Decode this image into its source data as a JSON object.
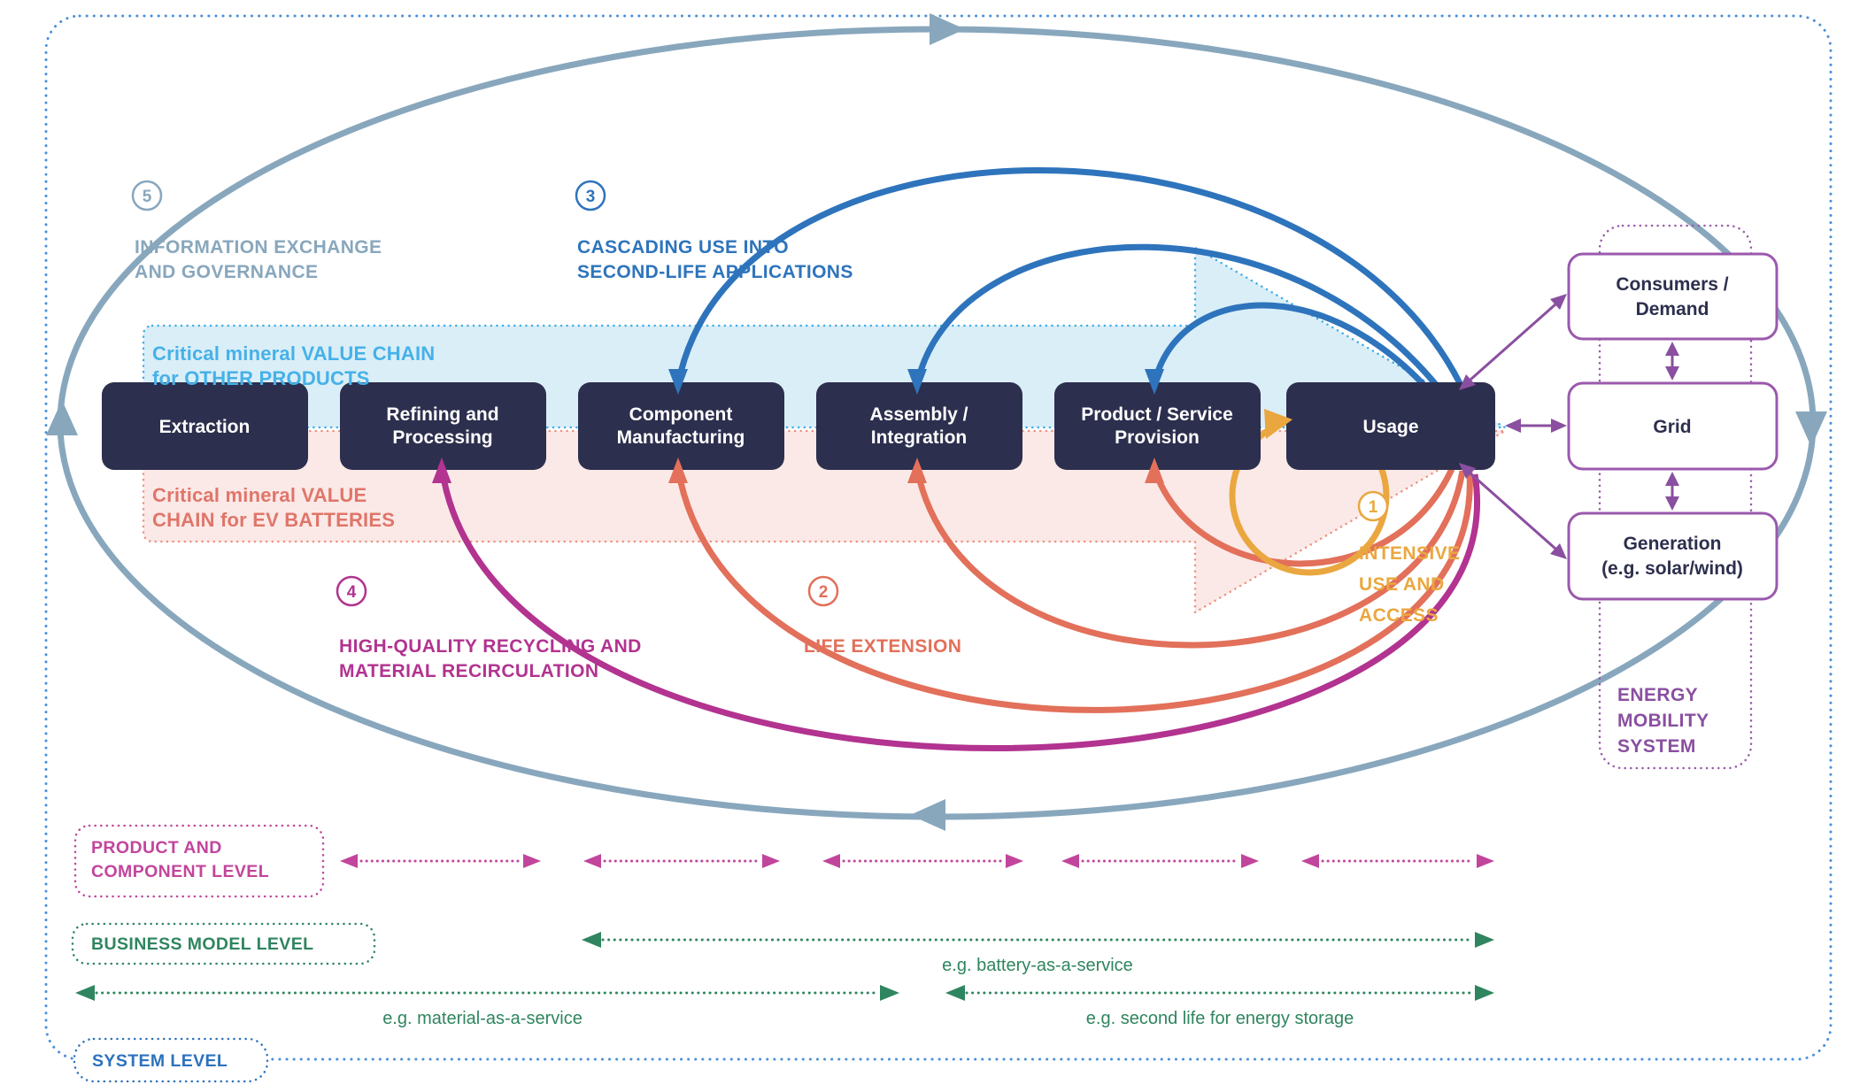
{
  "diagram_title": "EV battery critical mineral circular value chain",
  "loops": {
    "n5": {
      "number": "5",
      "line1": "INFORMATION EXCHANGE",
      "line2": "AND GOVERNANCE",
      "color": "#88a7bd"
    },
    "n3": {
      "number": "3",
      "line1": "CASCADING USE INTO",
      "line2": "SECOND-LIFE APPLICATIONS",
      "color": "#2e74bc"
    },
    "n4": {
      "number": "4",
      "line1": "HIGH-QUALITY RECYCLING AND",
      "line2": "MATERIAL RECIRCULATION",
      "color": "#b23390"
    },
    "n2": {
      "number": "2",
      "line1": "LIFE EXTENSION",
      "color": "#e2705a"
    },
    "n1": {
      "number": "1",
      "line1": "INTENSIVE",
      "line2": "USE AND",
      "line3": "ACCESS",
      "color": "#eaa73f"
    }
  },
  "bands": {
    "other": {
      "line1": "Critical mineral VALUE CHAIN",
      "line2": "for OTHER PRODUCTS",
      "text_color": "#45b1e8",
      "fill": "#daeef8",
      "border": "#41aee5"
    },
    "ev": {
      "line1": "Critical mineral VALUE",
      "line2": "CHAIN for EV BATTERIES",
      "text_color": "#e0756a",
      "fill": "#fbe9e7",
      "border": "#ef9181"
    }
  },
  "chain": [
    {
      "l1": "Extraction",
      "l2": ""
    },
    {
      "l1": "Refining and",
      "l2": "Processing"
    },
    {
      "l1": "Component",
      "l2": "Manufacturing"
    },
    {
      "l1": "Assembly /",
      "l2": "Integration"
    },
    {
      "l1": "Product / Service",
      "l2": "Provision"
    },
    {
      "l1": "Usage",
      "l2": ""
    }
  ],
  "energy_system": {
    "consumers": {
      "l1": "Consumers /",
      "l2": "Demand"
    },
    "grid": {
      "l1": "Grid"
    },
    "generation": {
      "l1": "Generation",
      "l2": "(e.g. solar/wind)"
    },
    "ems": {
      "l1": "ENERGY",
      "l2": "MOBILITY",
      "l3": "SYSTEM",
      "color": "#8a4fa0"
    }
  },
  "levels": {
    "product": {
      "line1": "PRODUCT AND",
      "line2": "COMPONENT LEVEL",
      "color": "#c2459c"
    },
    "business": {
      "label": "BUSINESS MODEL LEVEL",
      "color": "#2f855f"
    },
    "system": {
      "label": "SYSTEM LEVEL",
      "color": "#2d72bd"
    }
  },
  "examples": {
    "battery": "e.g. battery-as-a-service",
    "material": "e.g. material-as-a-service",
    "second_life": "e.g. second life for energy storage"
  },
  "colors": {
    "box_fill": "#2d2f4e",
    "ellipse": "#88a7bd",
    "frame": "#4a90d9",
    "purple": "#8a4fa0",
    "purple_box_border": "#9b59ac"
  }
}
